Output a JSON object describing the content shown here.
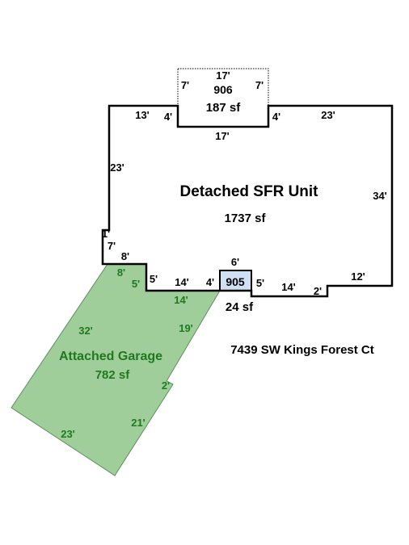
{
  "house": {
    "title": "Detached SFR Unit",
    "area": "1737 sf"
  },
  "upper_area": {
    "label": "906",
    "area": "187 sf"
  },
  "small_area": {
    "label": "905",
    "area": "24 sf"
  },
  "garage": {
    "title": "Attached Garage",
    "area": "782 sf"
  },
  "address": "7439 SW Kings Forest Ct",
  "dimensions": {
    "upper_top": "17'",
    "upper_left": "7'",
    "upper_right": "7'",
    "upper_bottom": "17'",
    "top_left_seg": "13'",
    "step_left": "4'",
    "step_right": "4'",
    "top_right_seg": "23'",
    "left_wall": "23'",
    "right_wall": "34'",
    "left_jog": "1'",
    "left_lower": "7'",
    "bottom_left_8": "8'",
    "inner_5": "5'",
    "bottom_14": "14'",
    "notch_4": "4'",
    "notch_top": "6'",
    "notch_right": "5'",
    "bottom_right_14": "14'",
    "bottom_right_2": "2'",
    "bottom_right_12": "12'"
  },
  "garage_dimensions": {
    "top_8": "8'",
    "side_5": "5'",
    "top_14": "14'",
    "left_32": "32'",
    "right_19": "19'",
    "jog_2": "2'",
    "right_21": "21'",
    "bottom_23": "23'"
  },
  "colors": {
    "outline": "#000000",
    "garage_fill": "#9fce9a",
    "garage_text": "#1f7a1f",
    "small_area_fill": "#cfe0f4"
  }
}
